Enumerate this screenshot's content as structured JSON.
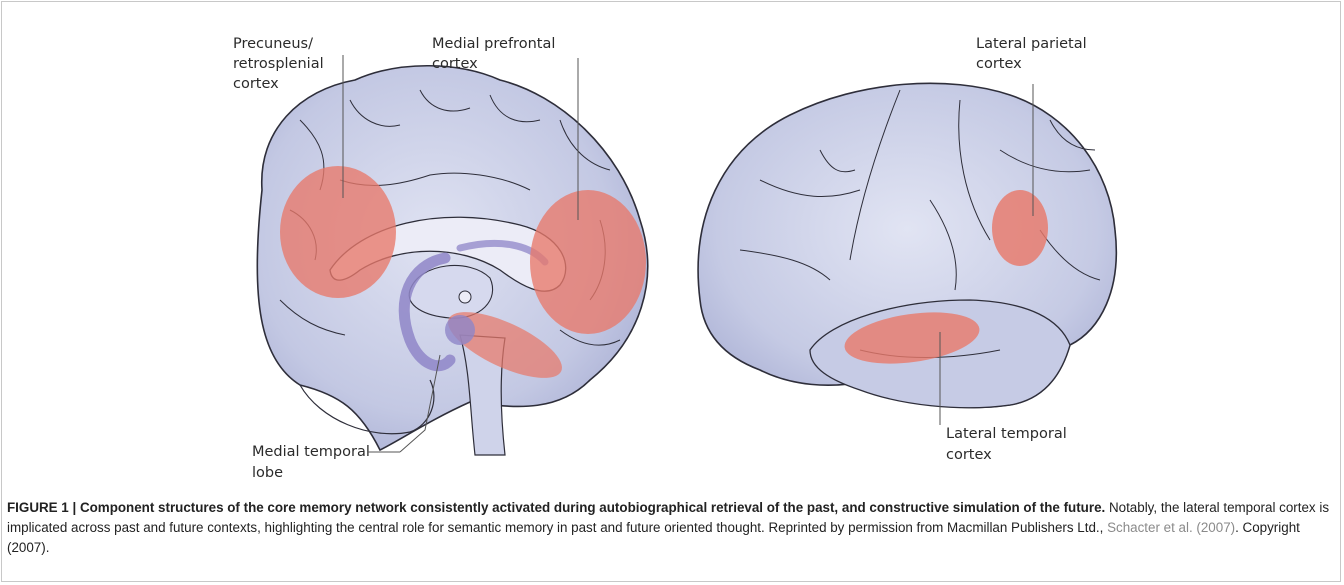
{
  "figure": {
    "labels": {
      "precuneus": [
        "Precuneus/",
        "retrosplenial",
        "cortex"
      ],
      "mpfc": [
        "Medial prefrontal",
        "cortex"
      ],
      "mtl": [
        "Medial temporal",
        "lobe"
      ],
      "lateral_parietal": [
        "Lateral parietal",
        "cortex"
      ],
      "lateral_temporal": [
        "Lateral temporal",
        "cortex"
      ]
    },
    "colors": {
      "brain_fill": "#c9cde6",
      "brain_shade": "#a9aed3",
      "outline": "#2e2e3a",
      "region": "#e8796a",
      "hippocampus": "#8f86c8"
    }
  },
  "caption": {
    "title": "FIGURE 1 | Component structures of the core memory network consistently activated during autobiographical retrieval of the past, and constructive simulation of the future.",
    "body_a": " Notably, the lateral temporal cortex is implicated across past and future contexts, highlighting the central role for semantic memory in past and future oriented thought. Reprinted by permission from Macmillan Publishers Ltd., ",
    "reference": "Schacter et al. (2007)",
    "body_b": ". Copyright (2007)."
  }
}
